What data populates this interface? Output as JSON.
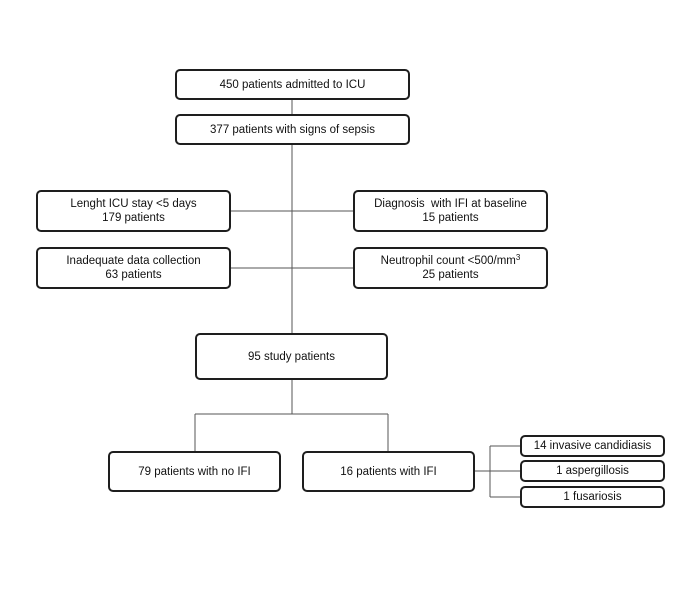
{
  "flowchart": {
    "admitted": {
      "line1": "450 patients admitted to ICU"
    },
    "sepsis": {
      "line1": "377 patients with signs of sepsis"
    },
    "short_stay": {
      "line1": "Lenght ICU stay <5 days",
      "line2": "179 patients"
    },
    "ifi_baseline": {
      "line1": "Diagnosis  with IFI at baseline",
      "line2": "15 patients"
    },
    "inadequate_data": {
      "line1": "Inadequate data collection",
      "line2": "63 patients"
    },
    "neutrophil": {
      "line1": "Neutrophil count <500/mm",
      "sup": "3",
      "line2": "25 patients"
    },
    "study": {
      "line1": "95 study patients"
    },
    "no_ifi": {
      "line1": "79 patients with no IFI"
    },
    "ifi": {
      "line1": "16 patients with IFI"
    },
    "candidiasis": {
      "line1": "14 invasive candidiasis"
    },
    "aspergillosis": {
      "line1": "1 aspergillosis"
    },
    "fusariosis": {
      "line1": "1 fusariosis"
    }
  },
  "colors": {
    "border": "#1e1e1e",
    "connector": "#555555",
    "text": "#111111"
  }
}
